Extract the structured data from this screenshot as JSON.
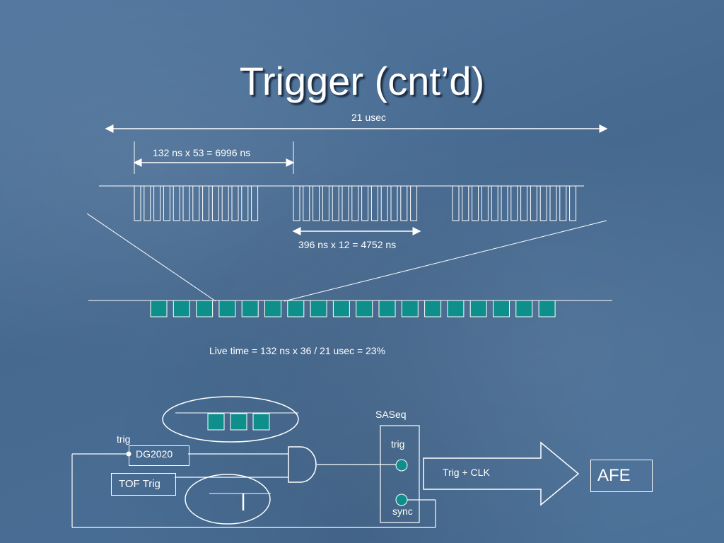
{
  "slide": {
    "title": "Trigger (cnt’d)"
  },
  "timing": {
    "total_label": "21 usec",
    "burst_label": "132 ns x 53 = 6996 ns",
    "gap_label": "396 ns x 12 = 4752 ns",
    "bursts": 3,
    "pulses_per_burst": 13,
    "live_slots": 18,
    "live_time_label": "Live time = 132 ns x 36 / 21 usec = 23%"
  },
  "circuit": {
    "trig_label": "trig",
    "dg2020_label": "DG2020",
    "tof_trig_label": "TOF Trig",
    "saseq_label": "SASeq",
    "saseq_trig_label": "trig",
    "saseq_sync_label": "sync",
    "arrow_label": "Trig + CLK",
    "afe_label": "AFE",
    "bubble_slots": 3
  },
  "colors": {
    "teal": "#0f8f8c",
    "line": "#ffffff",
    "bg": "#4a6f96"
  }
}
